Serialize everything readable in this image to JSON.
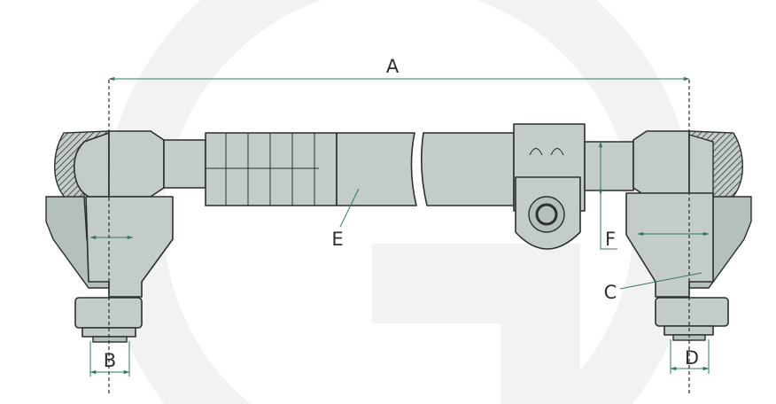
{
  "diagram": {
    "labels": {
      "a": "A",
      "b": "B",
      "c": "C",
      "d": "D",
      "e": "E",
      "f": "F"
    },
    "colors": {
      "part": "#c3ccc8",
      "outline": "#2b2f2e",
      "dimension": "#2f7a60",
      "watermark": "#f2f2f2"
    }
  }
}
